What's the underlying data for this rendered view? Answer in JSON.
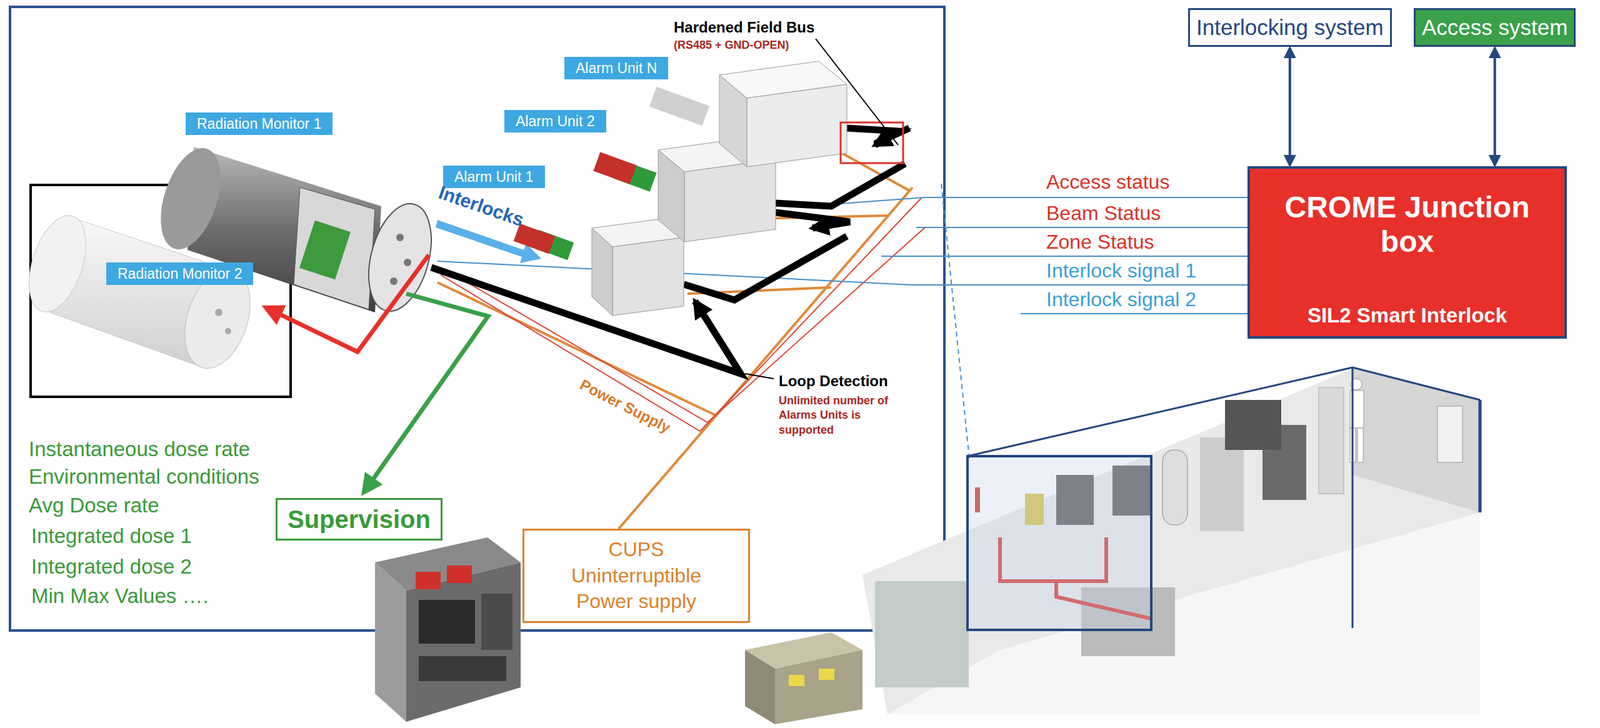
{
  "diagram": {
    "nodes": [
      {
        "text": [
          "Radiation Monitor 1"
        ]
      },
      {
        "text": [
          "Radiation Monitor 2"
        ]
      },
      {
        "text": [
          "Alarm Unit 1"
        ]
      },
      {
        "text": [
          "Alarm Unit 2"
        ]
      },
      {
        "text": [
          "Alarm Unit N"
        ]
      },
      {
        "text": [
          "Supervision"
        ]
      },
      {
        "text": [
          "CUPS Uninterruptible Power supply"
        ]
      },
      {
        "text": [
          "Interlocking system"
        ]
      },
      {
        "text": [
          "Access system"
        ]
      },
      {
        "text": [
          "CROME Junction box",
          "SIL2 Smart Interlock"
        ]
      }
    ],
    "edges": [
      {
        "from": 7,
        "to": 9,
        "arrow": "both"
      },
      {
        "from": 8,
        "to": 9,
        "arrow": "both"
      }
    ],
    "labels": [
      "Hardened Field Bus",
      "(RS485 + GND-OPEN)",
      "Interlocks",
      "Loop Detection",
      "Unlimited number of Alarms Units is supported",
      "Power Supply",
      "Access status",
      "Beam Status",
      "Zone Status",
      "Interlock signal 1",
      "Interlock signal 2",
      "Instantaneous dose rate",
      "Environmental conditions",
      "Avg Dose rate",
      "Integrated dose 1",
      "Integrated dose 2",
      "Min Max Values …."
    ]
  }
}
